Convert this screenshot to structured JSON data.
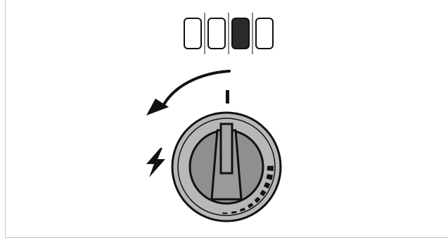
{
  "diagram": {
    "indicator": {
      "segment_count": 4,
      "active_segment": 3,
      "active_color": "#2b2b2b",
      "inactive_color": "#ffffff"
    },
    "knob": {
      "position_mark": "I",
      "rotation_direction": "counter-clockwise",
      "body_color": "#8f8f8f",
      "rim_color": "#b8b8b8",
      "handle_color": "#9a9a9a",
      "scale_color": "#111111"
    },
    "icons": {
      "arrow": "curved-arrow-icon",
      "power": "lightning-bolt-icon"
    },
    "line_color": "#111111",
    "frame_color": "#bfbfbf"
  }
}
